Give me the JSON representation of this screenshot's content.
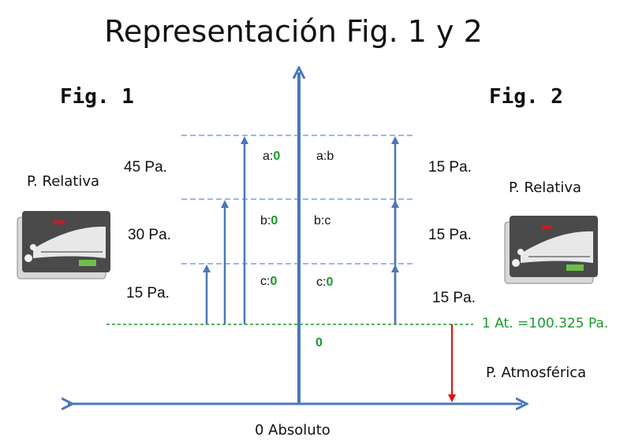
{
  "title": "Representación Fig. 1 y 2",
  "fig1": {
    "label": "Fig. 1",
    "gauge_caption": "P. Relativa",
    "levels": [
      "45 Pa.",
      "30 Pa.",
      "15 Pa."
    ]
  },
  "fig2": {
    "label": "Fig. 2",
    "gauge_caption": "P. Relativa",
    "levels": [
      "15 Pa.",
      "15 Pa.",
      "15 Pa."
    ]
  },
  "center": {
    "a_prefix": "a:",
    "a_zero": "0",
    "b_prefix": "b:",
    "b_zero": "0",
    "c_prefix": "c:",
    "c_zero": "0",
    "ab": "a:b",
    "bc": "b:c",
    "c2_prefix": "c:",
    "c2_zero": "0",
    "baseline_zero": "0"
  },
  "atmosphere": {
    "line_label": "1 At. =100.325 Pa.",
    "pressure_label": "P. Atmosférica"
  },
  "axis": {
    "bottom_label": "0 Absoluto"
  },
  "colors": {
    "arrow_blue": "#4a78b8",
    "dashed_blue": "#7aa2dc",
    "green": "#1a9a2a",
    "red": "#e01010"
  }
}
